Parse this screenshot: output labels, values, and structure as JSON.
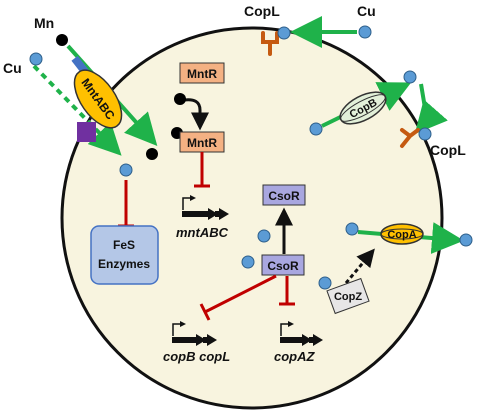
{
  "labels": {
    "mn": "Mn",
    "cu": "Cu",
    "mntabc": "MntABC",
    "mntr_top": "MntR",
    "mntr_bottom": "MntR",
    "mntabc_gene": "mntABC",
    "fes_line1": "FeS",
    "fes_line2": "Enzymes",
    "csor_top": "CsoR",
    "csor_bottom": "CsoR",
    "copb_copl_gene": "copB copL",
    "copaz_gene": "copAZ",
    "copl_top": "CopL",
    "cu_top": "Cu",
    "copb": "CopB",
    "copl_right": "CopL",
    "copa": "CopA",
    "copz": "CopZ"
  },
  "colors": {
    "cell_fill": "#f8f4df",
    "cell_stroke": "#111111",
    "cu_ion": "#5b9bd5",
    "mn_ion": "#000000",
    "green_arrow": "#1fb24a",
    "repression": "#c00000",
    "mntr_box": "#f4b183",
    "csor_box": "#a9a7e0",
    "fes_box": "#b4c7e7",
    "mntabc_fill": "#ffc000",
    "copb_fill": "#e2f0d9",
    "copl_brown": "#c55a11",
    "copa_fill": "#ffc000",
    "copz_fill": "#e7e6e6",
    "purple": "#7030a0",
    "blue_bar": "#4472c4"
  }
}
